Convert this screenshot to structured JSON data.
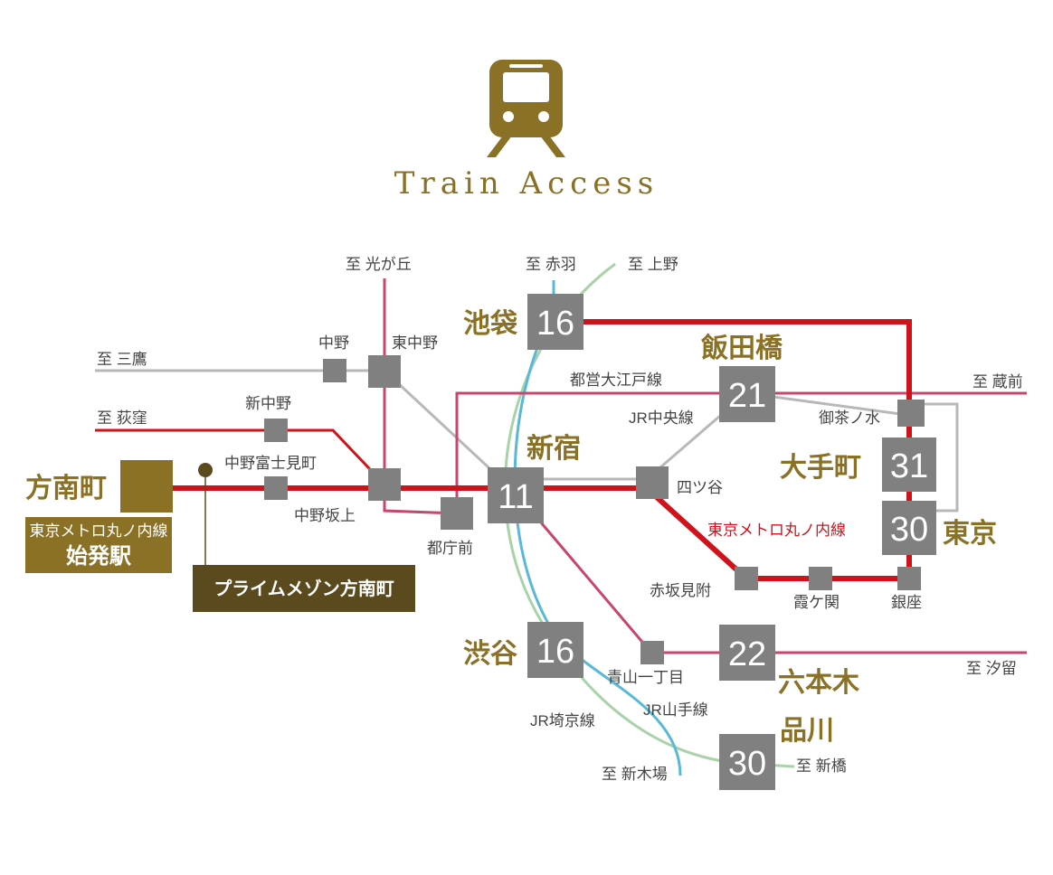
{
  "header": {
    "title": "Train Access",
    "icon": "train-icon"
  },
  "colors": {
    "gold": "#8a7125",
    "marunouchi_red": "#d0121b",
    "oedo_magenta": "#c7466e",
    "jr_chuo_gray": "#b8b8b8",
    "jr_yamanote_green": "#a8d3a8",
    "jr_saikyo_blue": "#59b8d9",
    "station_gray": "#808080",
    "home_brown": "#5a4a1e"
  },
  "stations": {
    "hounancho": "方南町",
    "ikebukuro": "池袋",
    "ikebukuro_min": "16",
    "iidabashi": "飯田橋",
    "iidabashi_min": "21",
    "shinjuku": "新宿",
    "shinjuku_min": "11",
    "otemachi": "大手町",
    "otemachi_min": "31",
    "tokyo": "東京",
    "tokyo_min": "30",
    "shibuya": "渋谷",
    "shibuya_min": "16",
    "roppongi": "六本木",
    "roppongi_min": "22",
    "shinagawa": "品川",
    "shinagawa_min": "30",
    "nakano": "中野",
    "higashinakano": "東中野",
    "shinnakano": "新中野",
    "nakanofujimicho": "中野富士見町",
    "nakanosakaue": "中野坂上",
    "tochomae": "都庁前",
    "yotsuya": "四ツ谷",
    "ochanomizu": "御茶ノ水",
    "akasakamitsuke": "赤坂見附",
    "kasumigaseki": "霞ケ関",
    "ginza": "銀座",
    "aoyamaitchome": "青山一丁目"
  },
  "directions": {
    "hikarigaoka": "至 光が丘",
    "akabane": "至 赤羽",
    "ueno": "至 上野",
    "mitaka": "至 三鷹",
    "ogikubo": "至 荻窪",
    "kuramae": "至 蔵前",
    "shiodome": "至 汐留",
    "shinkiba": "至 新木場",
    "shinbashi": "至 新橋"
  },
  "lines": {
    "oedo": "都営大江戸線",
    "jr_chuo": "JR中央線",
    "marunouchi": "東京メトロ丸ノ内線",
    "jr_yamanote": "JR山手線",
    "jr_saikyo": "JR埼京線"
  },
  "badge": {
    "line1": "東京メトロ丸ノ内線",
    "line2": "始発駅"
  },
  "home": {
    "label": "プライムメゾン方南町"
  }
}
